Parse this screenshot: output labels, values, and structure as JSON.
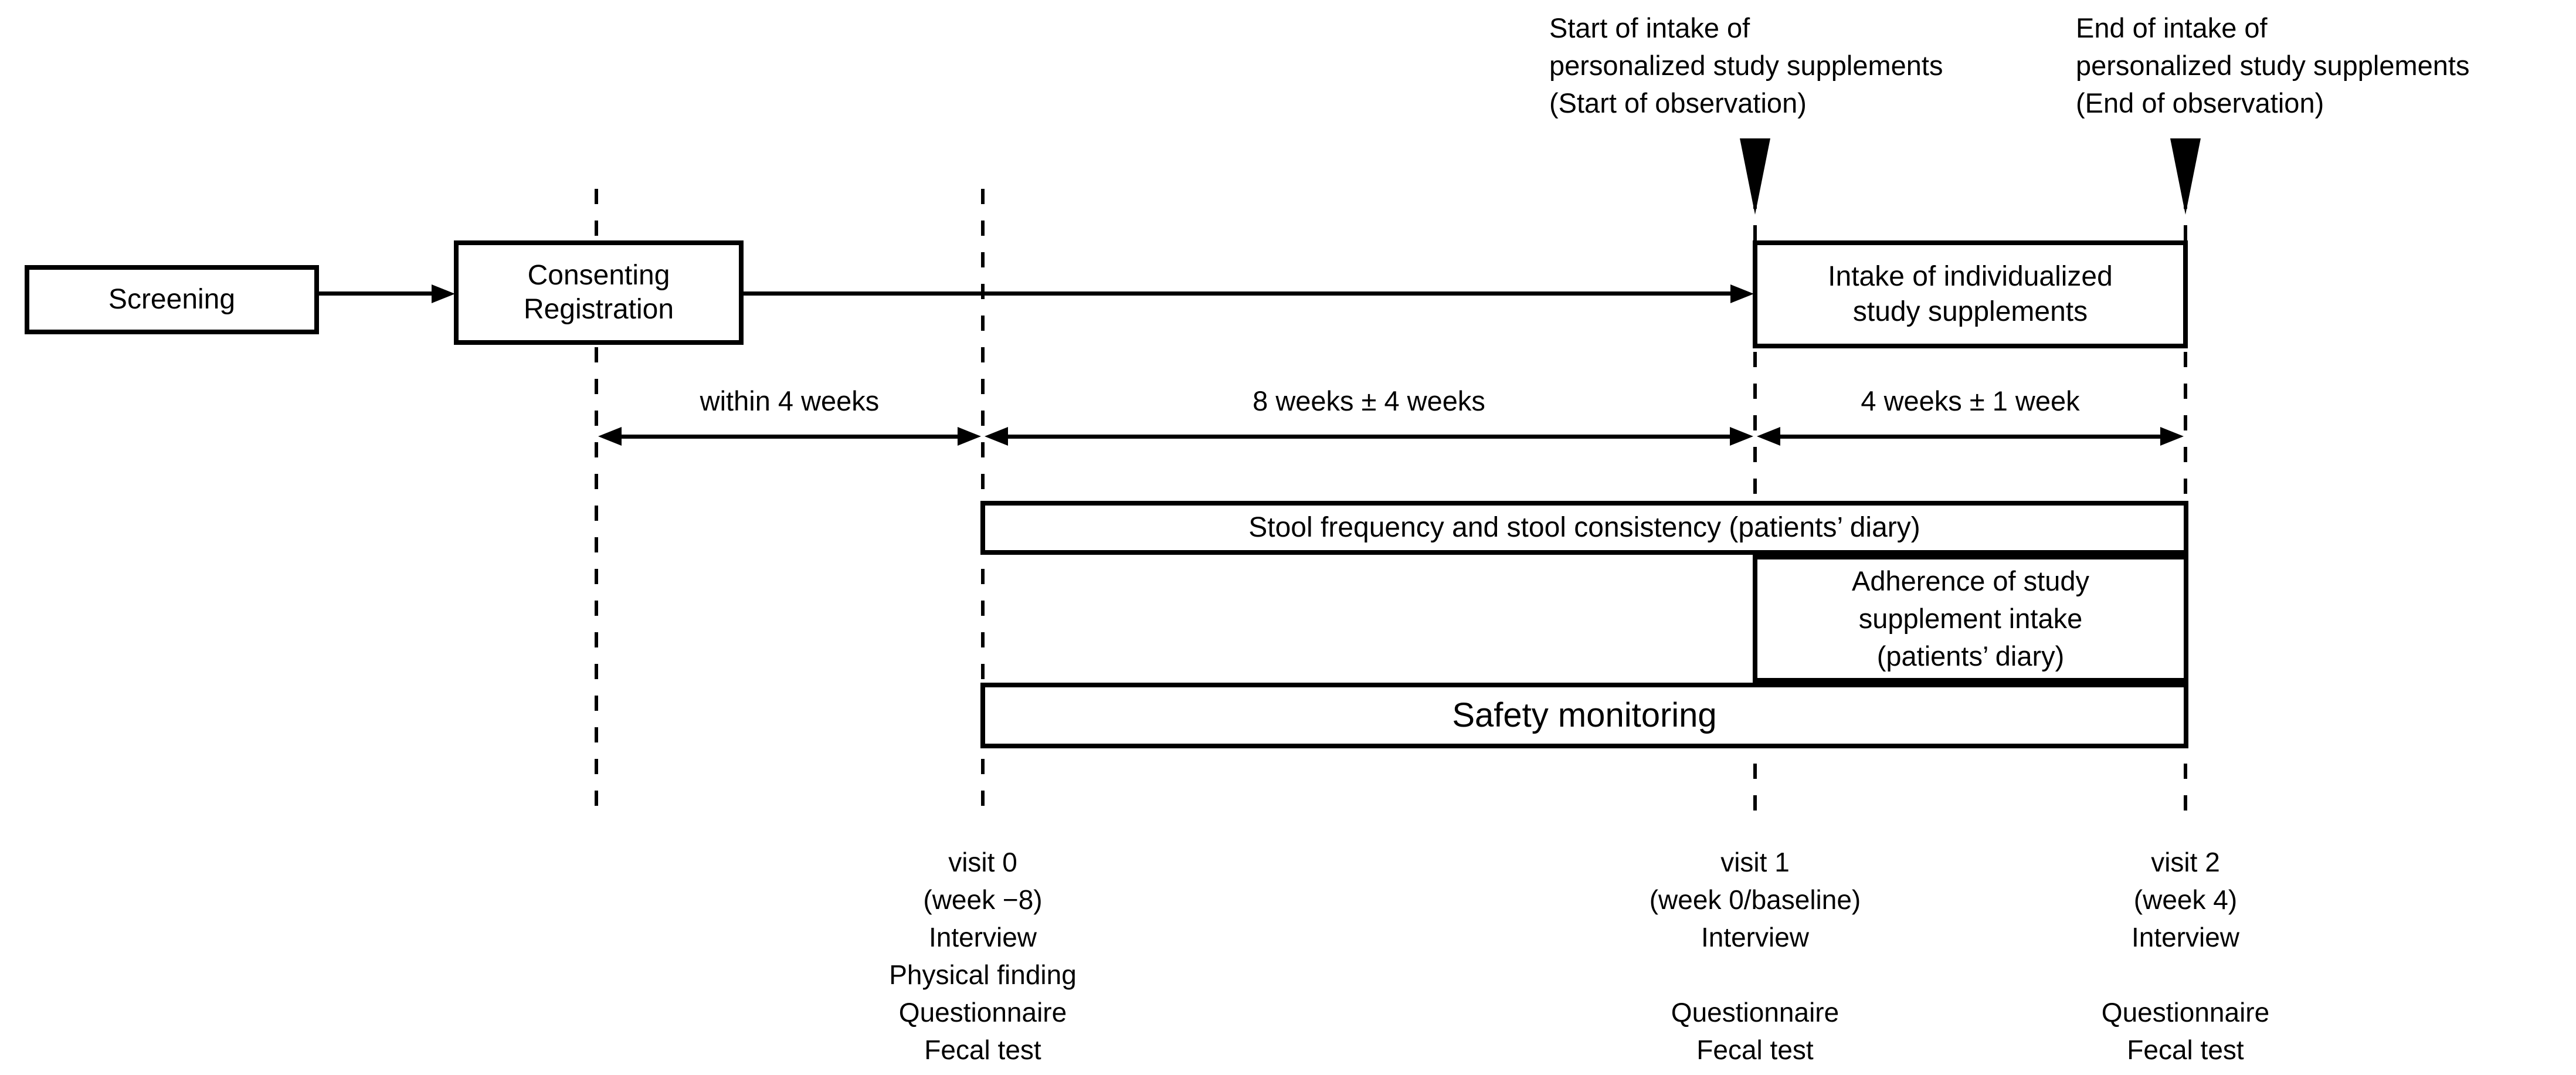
{
  "colors": {
    "ink": "#000000",
    "background": "#ffffff"
  },
  "annotations": {
    "start": {
      "lines": [
        "Start of intake of",
        "personalized study supplements",
        "(Start of observation)"
      ]
    },
    "end": {
      "lines": [
        "End of intake of",
        "personalized study supplements",
        "(End of observation)"
      ]
    }
  },
  "boxes": {
    "screening": {
      "label": "Screening"
    },
    "consenting": {
      "lines": [
        "Consenting",
        "Registration"
      ]
    },
    "intake": {
      "lines": [
        "Intake of individualized",
        "study supplements"
      ]
    }
  },
  "intervals": {
    "labels": [
      "within 4 weeks",
      "8 weeks ± 4 weeks",
      "4 weeks ± 1 week"
    ]
  },
  "bars": {
    "stool": {
      "label": "Stool frequency and stool consistency (patients’ diary)"
    },
    "adherence": {
      "lines": [
        "Adherence of study",
        "supplement intake",
        "(patients’ diary)"
      ]
    },
    "safety": {
      "label": "Safety monitoring"
    }
  },
  "visits": [
    {
      "lines": [
        "visit 0",
        "(week −8)",
        "Interview",
        "Physical finding",
        "Questionnaire",
        "Fecal test"
      ]
    },
    {
      "lines": [
        "visit 1",
        "(week 0/baseline)",
        "Interview",
        "",
        "Questionnaire",
        "Fecal test"
      ]
    },
    {
      "lines": [
        "visit 2",
        "(week 4)",
        "Interview",
        "",
        "Questionnaire",
        "Fecal test"
      ]
    }
  ]
}
